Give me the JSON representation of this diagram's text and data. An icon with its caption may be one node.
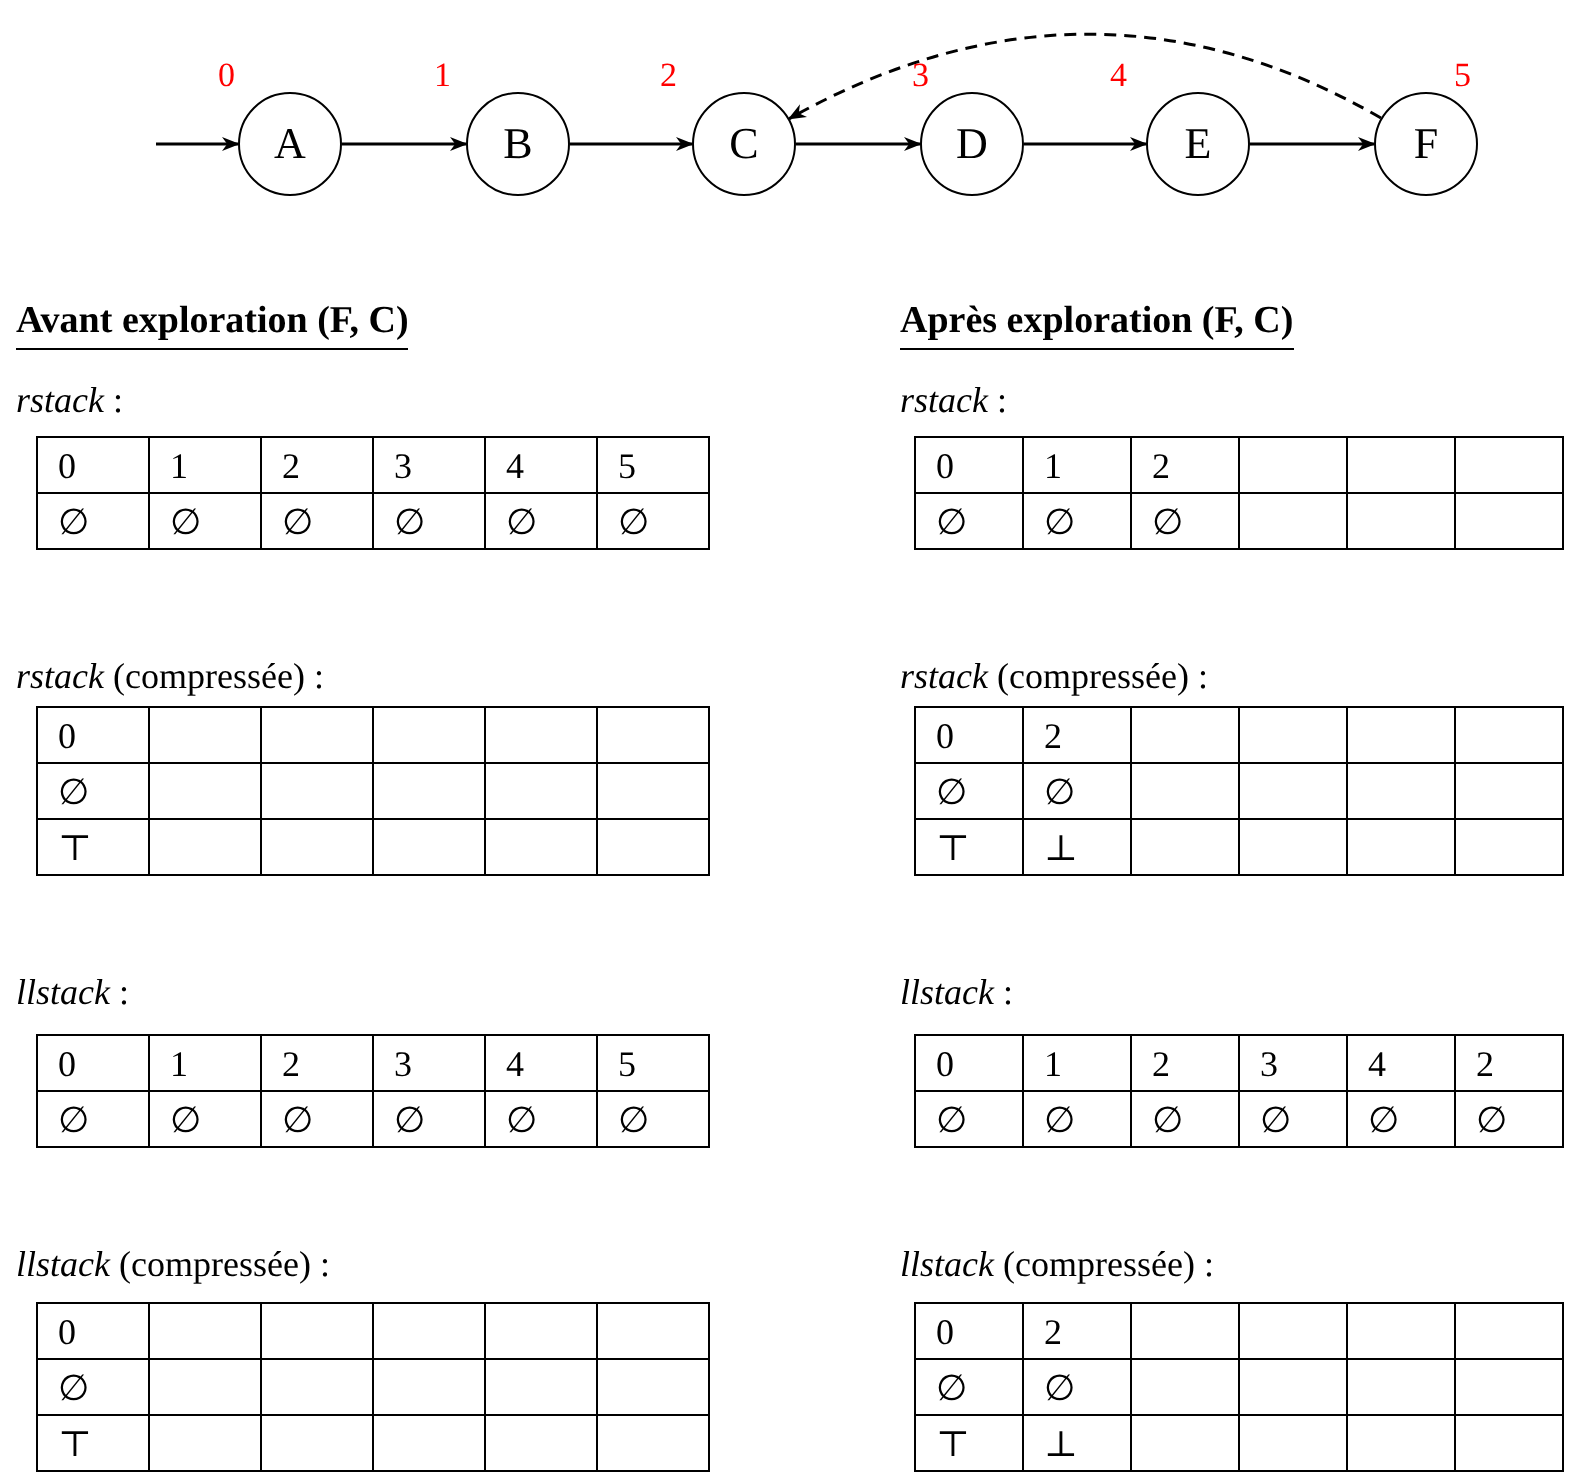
{
  "diagram": {
    "nodes": [
      {
        "text": [
          "A"
        ],
        "beside": [
          "0"
        ]
      },
      {
        "text": [
          "B"
        ],
        "beside": [
          "1"
        ]
      },
      {
        "text": [
          "C"
        ],
        "beside": [
          "2"
        ]
      },
      {
        "text": [
          "D"
        ],
        "beside": [
          "3"
        ]
      },
      {
        "text": [
          "E"
        ],
        "beside": [
          "4"
        ]
      },
      {
        "text": [
          "F"
        ],
        "beside": [
          "5"
        ]
      }
    ],
    "edges": [
      {
        "from": null,
        "to": 0,
        "arrow": "to"
      },
      {
        "from": 0,
        "to": 1,
        "arrow": "to"
      },
      {
        "from": 1,
        "to": 2,
        "arrow": "to"
      },
      {
        "from": 2,
        "to": 3,
        "arrow": "to"
      },
      {
        "from": 3,
        "to": 4,
        "arrow": "to"
      },
      {
        "from": 4,
        "to": 5,
        "arrow": "to"
      },
      {
        "from": 5,
        "to": 2,
        "arrow": "to",
        "style": "dashed"
      }
    ],
    "labels": [
      "Avant exploration (F, C)",
      "*rstack* :",
      "0",
      "1",
      "2",
      "3",
      "4",
      "5",
      "∅",
      "∅",
      "∅",
      "∅",
      "∅",
      "∅",
      "*rstack* (compressée) :",
      "0",
      "∅",
      "⊤",
      "*llstack* :",
      "0",
      "1",
      "2",
      "3",
      "4",
      "5",
      "∅",
      "∅",
      "∅",
      "∅",
      "∅",
      "∅",
      "*llstack* (compressée) :",
      "0",
      "∅",
      "⊤",
      "Après exploration (F, C)",
      "*rstack* :",
      "0",
      "1",
      "2",
      "∅",
      "∅",
      "∅",
      "*rstack* (compressée) :",
      "0",
      "2",
      "∅",
      "∅",
      "⊤",
      "⊥",
      "*llstack* :",
      "0",
      "1",
      "2",
      "3",
      "4",
      "2",
      "∅",
      "∅",
      "∅",
      "∅",
      "∅",
      "∅",
      "*llstack* (compressée) :",
      "0",
      "2",
      "∅",
      "∅",
      "⊤",
      "⊥"
    ]
  }
}
